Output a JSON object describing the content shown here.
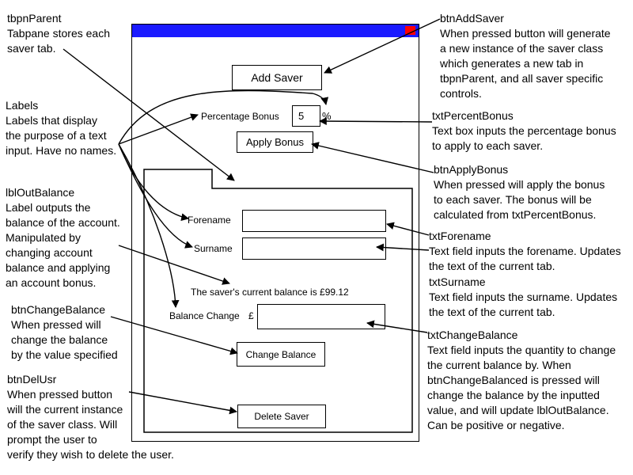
{
  "window": {
    "titlebar_color": "#1a1aff",
    "close_color": "#ff0000"
  },
  "form": {
    "add_saver": "Add Saver",
    "percentage_label": "Percentage Bonus",
    "percent_value": "5",
    "percent_sign": "%",
    "apply_bonus": "Apply Bonus",
    "forename_label": "Forename",
    "surname_label": "Surname",
    "balance_text": "The saver's current balance is £99.12",
    "balance_change_label": "Balance Change",
    "pound_sign": "£",
    "change_balance": "Change Balance",
    "delete_saver": "Delete Saver"
  },
  "annotations": {
    "tbpnParent": {
      "title": "tbpnParent",
      "body": "Tabpane stores each\nsaver tab."
    },
    "labels": {
      "title": "Labels",
      "body": "Labels that display\nthe purpose of a text\ninput. Have no names."
    },
    "lblOutBalance": {
      "title": "lblOutBalance",
      "body": "Label outputs the\nbalance of the account.\nManipulated by\nchanging account\nbalance and applying\nan account bonus."
    },
    "btnChangeBalance": {
      "title": "btnChangeBalance",
      "body": "When pressed will\nchange the balance\nby the value specified"
    },
    "btnDelUsr": {
      "title": "btnDelUsr",
      "body": "When pressed button\nwill the current instance\nof the saver class. Will\nprompt the user to\nverify they wish to delete the user."
    },
    "btnAddSaver": {
      "title": "btnAddSaver",
      "body": "When pressed button will generate\na new instance of the saver class\nwhich generates a new tab in\ntbpnParent, and all saver specific\ncontrols."
    },
    "txtPercentBonus": {
      "title": "txtPercentBonus",
      "body": "Text box inputs the percentage bonus\nto apply to each saver."
    },
    "btnApplyBonus": {
      "title": "btnApplyBonus",
      "body": "When pressed will apply the bonus\nto each saver. The bonus will be\ncalculated from txtPercentBonus."
    },
    "txtForename": {
      "title": "txtForename",
      "body": "Text field inputs the forename. Updates\nthe text of the current tab."
    },
    "txtSurname": {
      "title": "txtSurname",
      "body": "Text field inputs the surname. Updates\nthe text of the current tab."
    },
    "txtChangeBalance": {
      "title": "txtChangeBalance",
      "body": "Text field inputs the quantity to change\nthe current balance by. When\nbtnChangeBalanced is pressed will\nchange the balance by the inputted\nvalue, and will update lblOutBalance.\nCan be positive or negative."
    }
  }
}
